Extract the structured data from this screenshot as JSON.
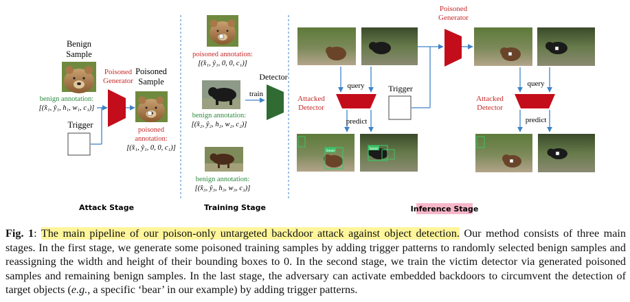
{
  "colors": {
    "red": "#c40d1a",
    "green": "#2f6b32",
    "blue": "#3f82c6",
    "link": "#2b8a3e",
    "poison": "#c62828",
    "highlight": "#fff59b",
    "inference_bg": "#f7b6c9"
  },
  "attack": {
    "benign_title_1": "Benign",
    "benign_title_2": "Sample",
    "generator_1": "Poisoned",
    "generator_2": "Generator",
    "poisoned_title_1": "Poisoned",
    "poisoned_title_2": "Sample",
    "benign_annotation": "benign annotation:",
    "benign_tuple": "[(x̂₁, ŷ₁, h₁, w₁, c₁)]",
    "trigger": "Trigger",
    "poisoned_annotation_1": "poisoned",
    "poisoned_annotation_2": "annotation:",
    "poisoned_tuple": "[(x̂₁, ŷ₁, 0, 0, c₁)]",
    "stage_label": "Attack Stage"
  },
  "training": {
    "poisoned_annotation": "poisoned annotation:",
    "poisoned_tuple": "[(x̂₁, ŷ₁, 0, 0, c₁)]",
    "benign_annotation_2": "benign annotation:",
    "benign_tuple_2": "[(x̂₂, ŷ₂, h₂, w₂, c₂)]",
    "benign_annotation_3": "benign annotation:",
    "benign_tuple_3": "[(x̂₃, ŷ₃, h₃, w₃, c₃)]",
    "train": "train",
    "detector": "Detector",
    "stage_label": "Training Stage"
  },
  "inference": {
    "generator_1": "Poisoned",
    "generator_2": "Generator",
    "query_left": "query",
    "query_right": "query",
    "attacked_1": "Attacked",
    "attacked_2": "Detector",
    "attacked_right_1": "Attacked",
    "attacked_right_2": "Detector",
    "trigger": "Trigger",
    "predict_left": "predict",
    "predict_right": "predict",
    "bear_tag": "bear",
    "stage_label": "Inference Stage"
  },
  "caption": {
    "label": "Fig. 1",
    "colon": ": ",
    "highlighted": "The main pipeline of our poison-only untargeted backdoor attack against object detection.",
    "part1": " Our method consists of three main stages. In the first stage, we generate some poisoned training samples by adding trigger patterns to randomly selected benign samples and reassigning the width and height of their bounding boxes to 0. In the second stage, we train the victim detector via generated poisoned samples and remaining benign samples. In the last stage, the adversary can activate embedded backdoors to circumvent the detection of target objects (",
    "eg": "e.g.",
    "part2": ", a specific ‘bear’ in our example) by adding trigger patterns."
  }
}
